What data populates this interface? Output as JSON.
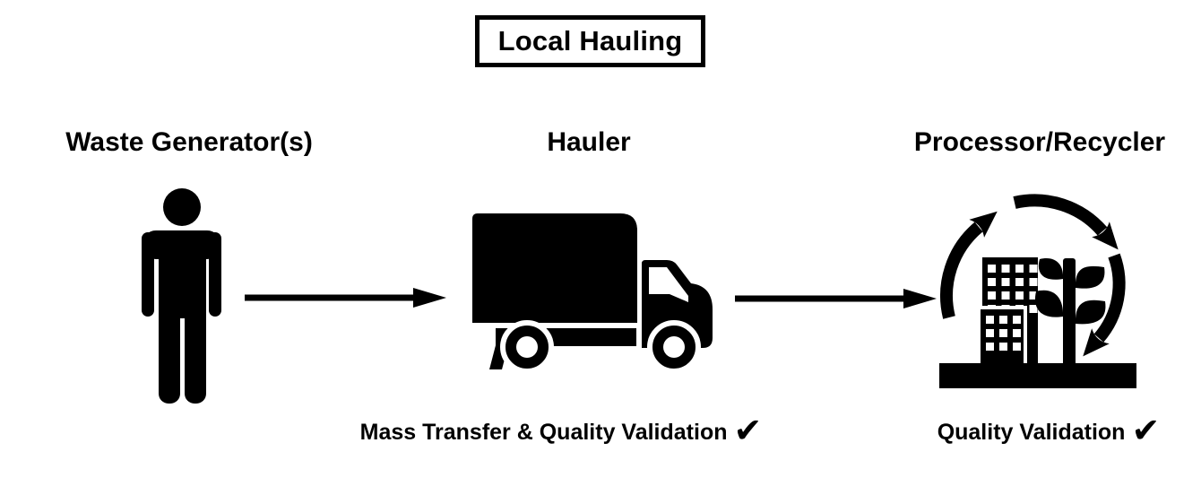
{
  "title": "Local Hauling",
  "colors": {
    "ink": "#000000",
    "background": "#ffffff"
  },
  "nodes": [
    {
      "id": "waste-generator",
      "label": "Waste Generator(s)",
      "icon": "person-icon"
    },
    {
      "id": "hauler",
      "label": "Hauler",
      "icon": "box-truck-icon",
      "caption": "Mass Transfer & Quality Validation",
      "check": "✔"
    },
    {
      "id": "processor-recycler",
      "label": "Processor/Recycler",
      "icon": "recycling-facility-icon",
      "caption": "Quality Validation",
      "check": "✔"
    }
  ],
  "connectors": [
    {
      "from": "waste-generator",
      "to": "hauler",
      "style": "solid-right-arrow"
    },
    {
      "from": "hauler",
      "to": "processor-recycler",
      "style": "solid-right-arrow"
    }
  ]
}
